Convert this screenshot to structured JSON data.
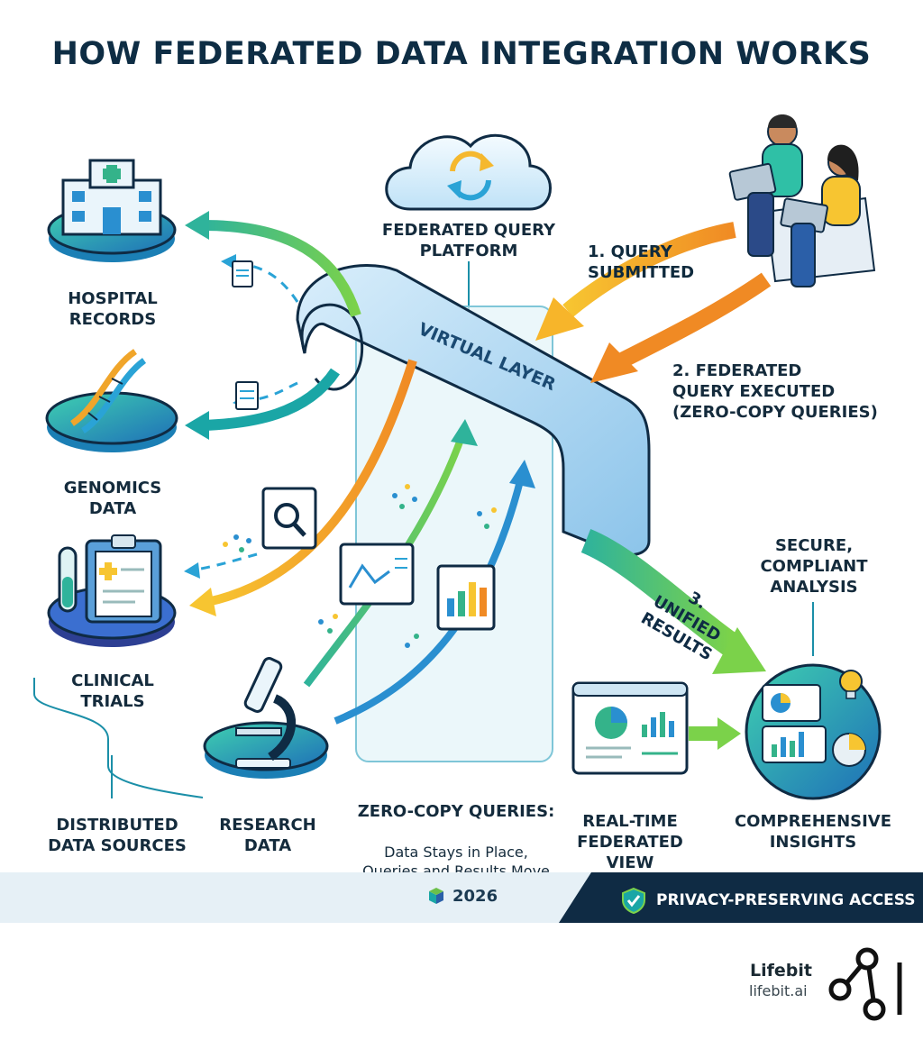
{
  "title": "HOW FEDERATED DATA INTEGRATION WORKS",
  "platform": {
    "label": "FEDERATED QUERY\nPLATFORM",
    "layer_label": "VIRTUAL LAYER"
  },
  "steps": {
    "submitted": "1. QUERY\nSUBMITTED",
    "executed": "2. FEDERATED\nQUERY EXECUTED\n(ZERO-COPY QUERIES)",
    "results": "3. UNIFIED\nRESULTS"
  },
  "sources": {
    "hospital": "HOSPITAL\nRECORDS",
    "genomics": "GENOMICS\nDATA",
    "clinical": "CLINICAL\nTRIALS",
    "research": "RESEARCH\nDATA",
    "distributed": "DISTRIBUTED\nDATA SOURCES"
  },
  "zero_copy": {
    "heading": "ZERO-COPY QUERIES:",
    "body": "Data Stays in Place,\nQueries and Results Move"
  },
  "outputs": {
    "realtime": "REAL-TIME\nFEDERATED VIEW",
    "insights": "COMPREHENSIVE\nINSIGHTS",
    "secure": "SECURE,\nCOMPLIANT\nANALYSIS"
  },
  "footer": {
    "year": "2026",
    "privacy": "PRIVACY-PRESERVING ACCESS"
  },
  "brand": {
    "name": "Lifebit",
    "url": "lifebit.ai"
  },
  "colors": {
    "navy": "#0f2b44",
    "teal": "#1aa6a6",
    "green": "#6cc04a",
    "orange": "#f08a24",
    "yellow": "#f7c531",
    "blue": "#2a8fd0"
  }
}
